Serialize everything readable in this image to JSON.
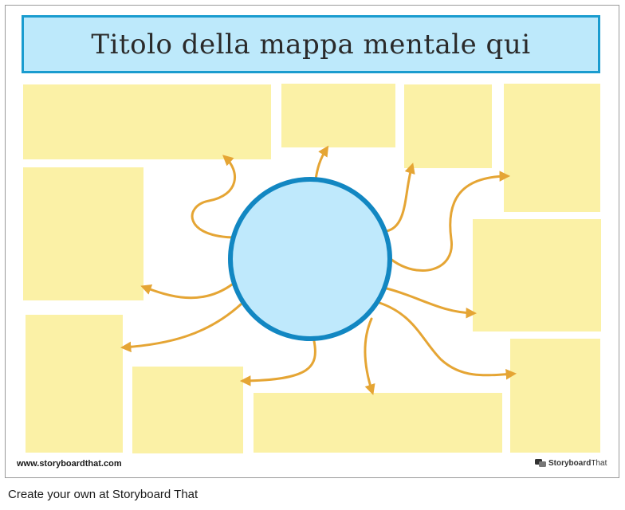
{
  "title": "Titolo della mappa mentale qui",
  "footer": {
    "url": "www.storyboardthat.com",
    "brand_bold": "Storyboard",
    "brand_light": "That"
  },
  "caption": "Create your own at Storyboard That",
  "colors": {
    "title_fill": "#bde9fb",
    "title_border": "#1a9ccf",
    "note_fill": "#fbf1a6",
    "circle_fill": "#bfe9fc",
    "circle_border": "#1287c2",
    "arrow": "#e5a534"
  }
}
